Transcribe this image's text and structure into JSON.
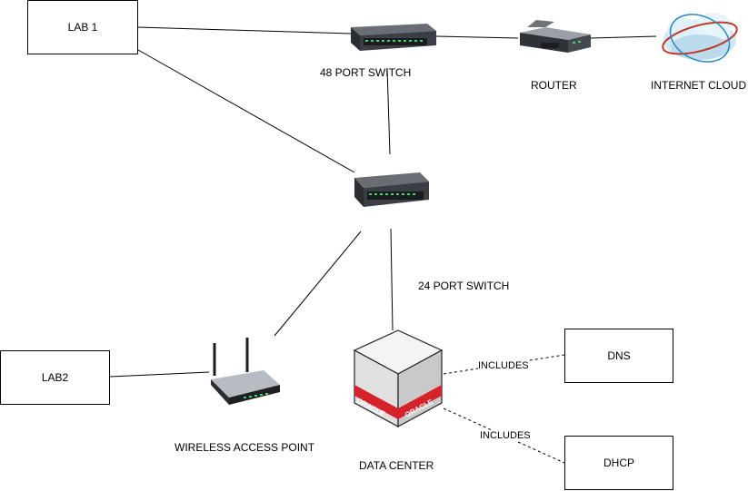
{
  "nodes": {
    "lab1": "LAB 1",
    "lab2": "LAB2",
    "dns": "DNS",
    "dhcp": "DHCP"
  },
  "labels": {
    "switch48": "48 PORT SWITCH",
    "router": "ROUTER",
    "internet": "INTERNET CLOUD",
    "switch24": "24 PORT SWITCH",
    "wap": "WIRELESS ACCESS POINT",
    "datacenter": "DATA CENTER",
    "includes_dns": "INCLUDES",
    "includes_dhcp": "INCLUDES",
    "oracle": "ORACLE"
  }
}
